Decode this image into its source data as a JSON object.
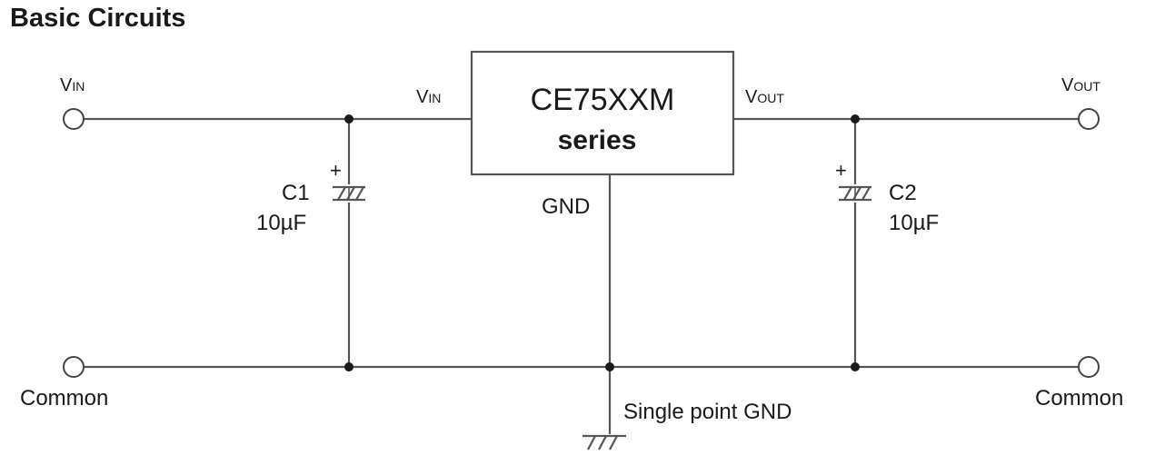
{
  "heading": "Basic Circuits",
  "ic": {
    "name": "CE75XXM",
    "subtitle": "series",
    "pin_in": "IN",
    "pin_out": "OUT",
    "pin_gnd": "GND"
  },
  "input_terminal": {
    "label_v": "V",
    "label_sub": "IN"
  },
  "output_terminal": {
    "label_v": "V",
    "label_sub": "OUT"
  },
  "pin_in_label": {
    "v": "V",
    "sub": "IN"
  },
  "pin_out_label": {
    "v": "V",
    "sub": "OUT"
  },
  "c1": {
    "name": "C1",
    "value": "10µF",
    "polarity": "+"
  },
  "c2": {
    "name": "C2",
    "value": "10µF",
    "polarity": "+"
  },
  "common_left": "Common",
  "common_right": "Common",
  "gnd_note": "Single point GND"
}
